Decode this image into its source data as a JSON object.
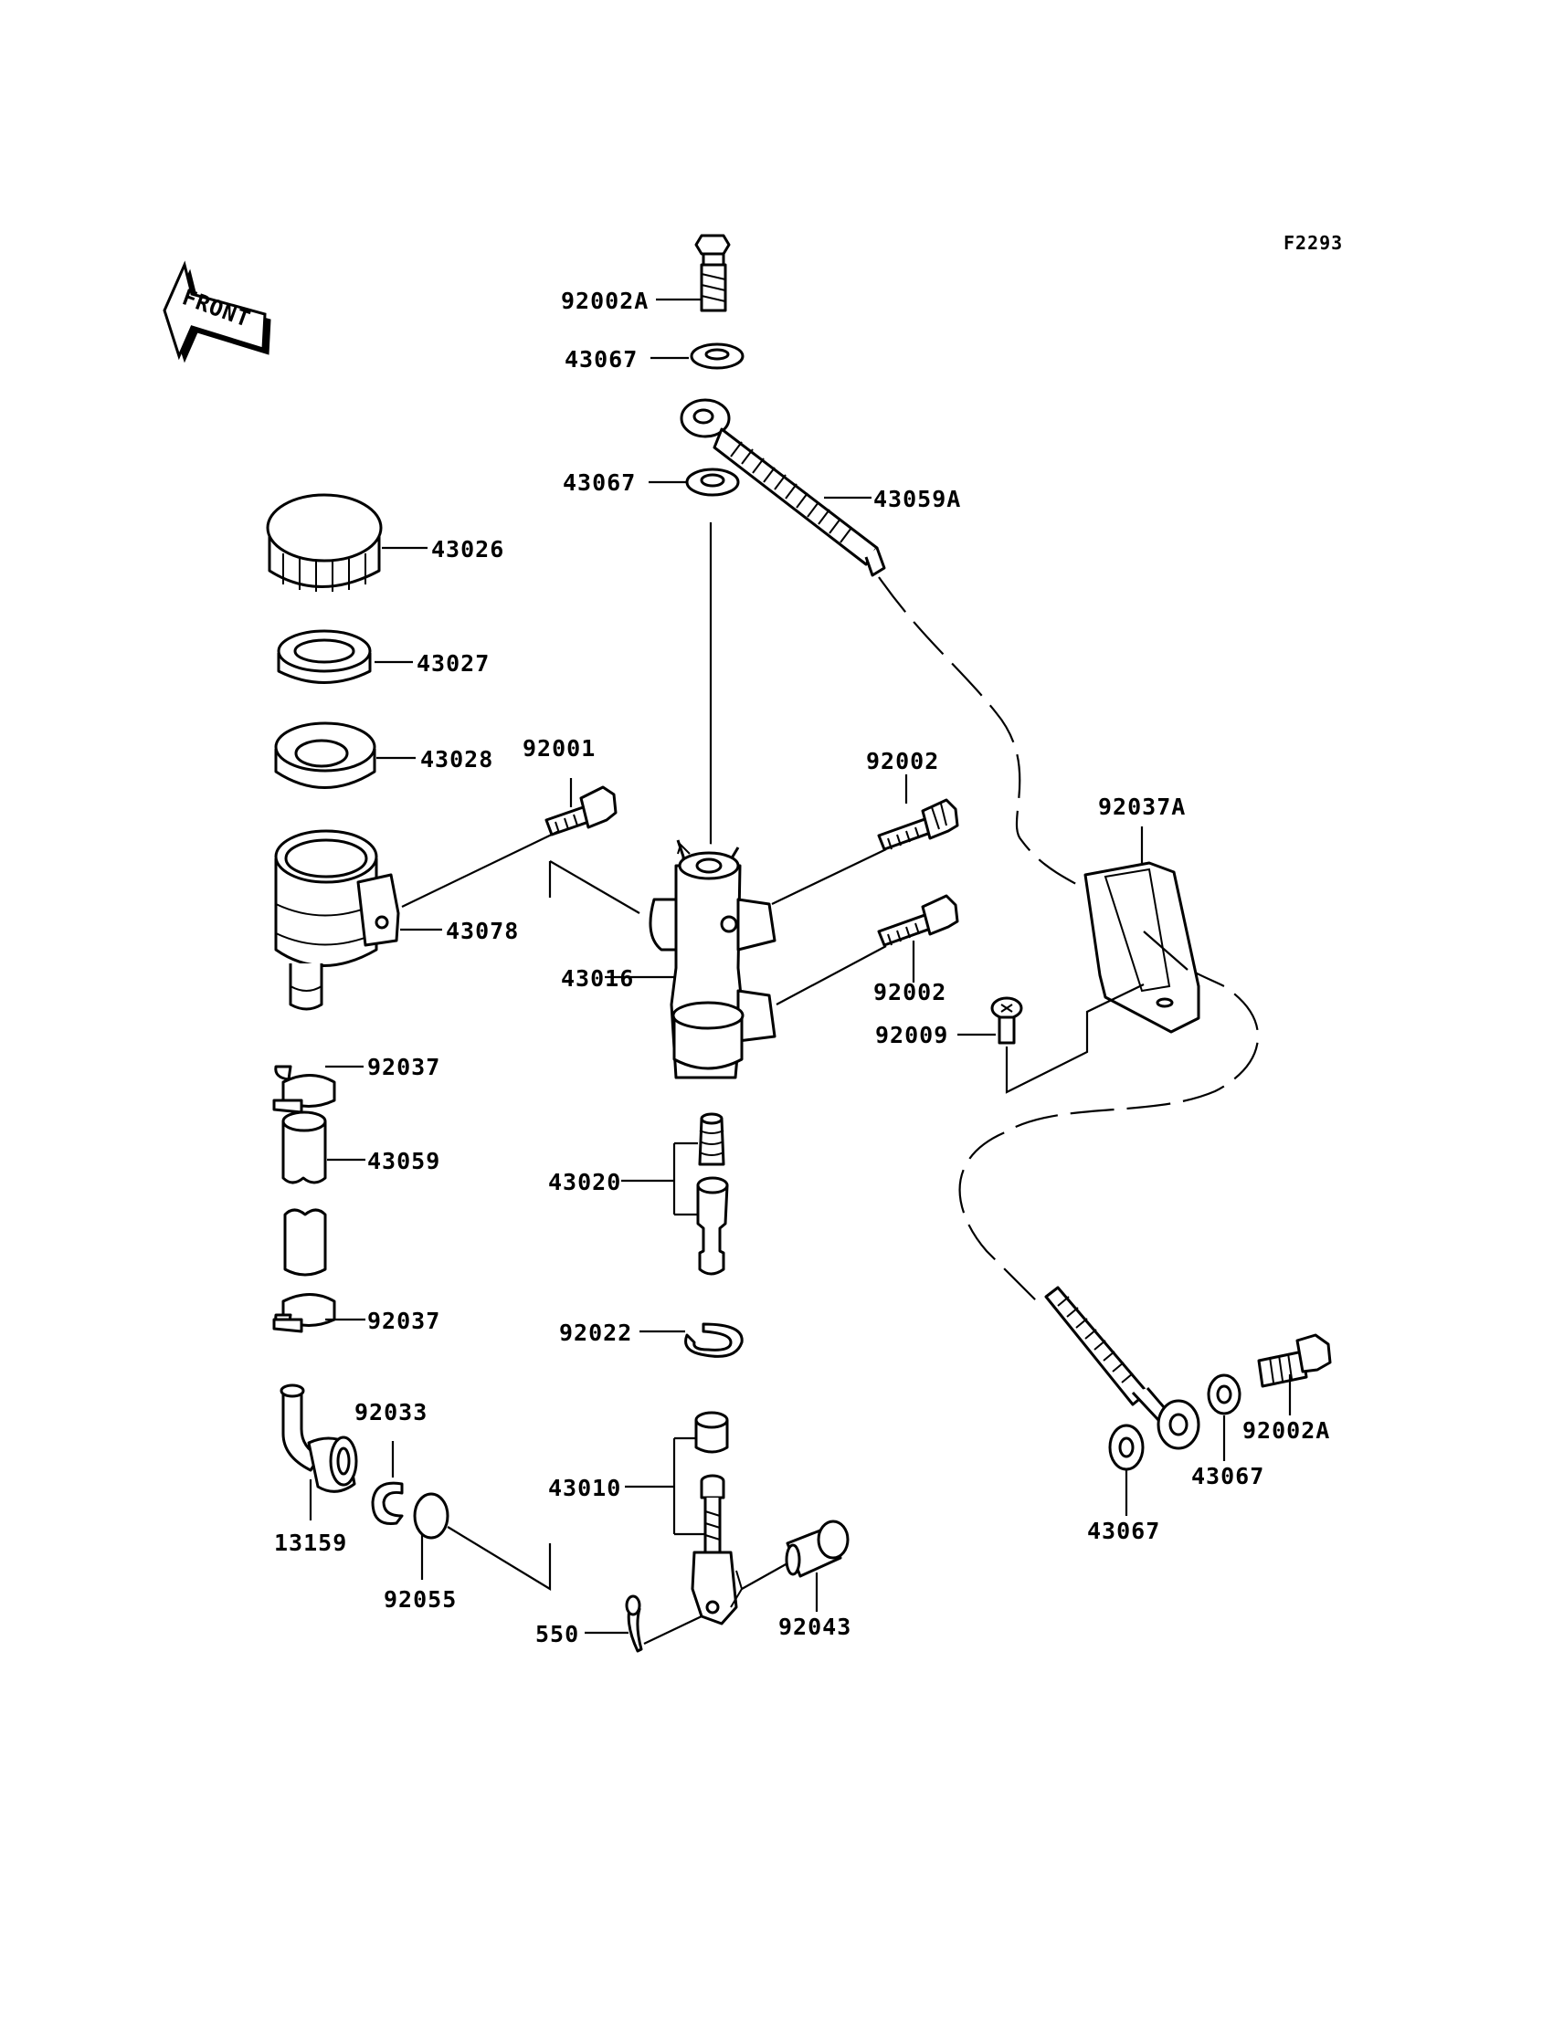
{
  "diagram": {
    "reference_code": "F2293",
    "front_marker": "FRONT",
    "part_numbers": {
      "p92002A_top": "92002A",
      "p43067_a": "43067",
      "p43067_b": "43067",
      "p43059A": "43059A",
      "p43026": "43026",
      "p43027": "43027",
      "p43028": "43028",
      "p92001": "92001",
      "p92002_upper": "92002",
      "p92037A": "92037A",
      "p43078": "43078",
      "p43016": "43016",
      "p92002_lower": "92002",
      "p92009": "92009",
      "p92037_upper": "92037",
      "p43059": "43059",
      "p43020": "43020",
      "p92037_lower": "92037",
      "p92022": "92022",
      "p92033": "92033",
      "p43010": "43010",
      "p13159": "13159",
      "p92055": "92055",
      "p550": "550",
      "p92043": "92043",
      "p92002A_right": "92002A",
      "p43067_c": "43067",
      "p43067_d": "43067"
    }
  }
}
